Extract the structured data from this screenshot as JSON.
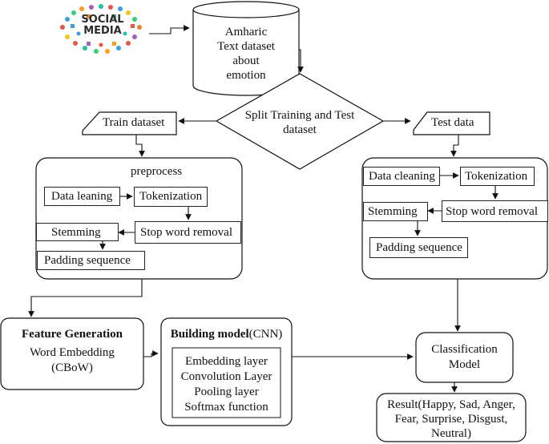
{
  "logo": {
    "line1": "SOCIAL",
    "line2": "MEDIA"
  },
  "source": {
    "l1": "Amharic",
    "l2": "Text dataset",
    "l3": "about",
    "l4": "emotion"
  },
  "split": {
    "l1": "Split Training and Test",
    "l2": "dataset"
  },
  "train": {
    "label": "Train dataset"
  },
  "test": {
    "label": "Test data"
  },
  "preprocess": {
    "title": "preprocess",
    "data_cleaning": "Data leaning",
    "tokenization": "Tokenization",
    "stop_word": "Stop word removal",
    "stemming": "Stemming",
    "padding": "Padding sequence"
  },
  "test_preprocess": {
    "data_cleaning": "Data cleaning",
    "tokenization": "Tokenization",
    "stop_word": "Stop word removal",
    "stemming": "Stemming",
    "padding": "Padding sequence"
  },
  "feature": {
    "title": "Feature Generation",
    "l1": "Word Embedding",
    "l2": "(CBoW)"
  },
  "model": {
    "title_bold": "Building model",
    "title_suffix": "(CNN)",
    "layers": [
      "Embedding layer",
      "Convolution Layer",
      "Pooling layer",
      "Softmax function"
    ]
  },
  "classification": {
    "l1": "Classification",
    "l2": "Model"
  },
  "result": {
    "l1": "Result(Happy, Sad, Anger,",
    "l2": "Fear, Surprise, Disgust,",
    "l3": "Neutral)"
  }
}
